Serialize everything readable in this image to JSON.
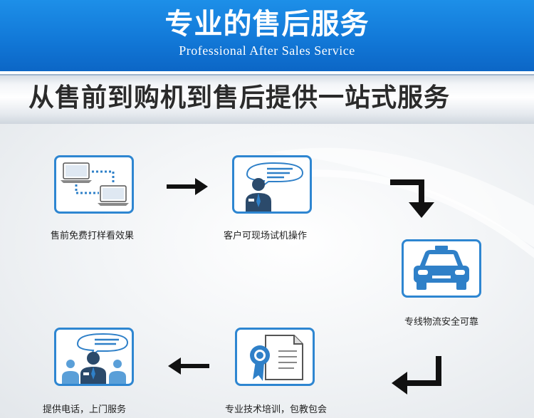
{
  "header": {
    "title": "专业的售后服务",
    "subtitle": "Professional After Sales Service"
  },
  "banner": {
    "text": "从售前到购机到售后提供一站式服务"
  },
  "steps": [
    {
      "label": "售前免费打样看效果",
      "icon": "laptops-connected-icon"
    },
    {
      "label": "客户可现场试机操作",
      "icon": "presenter-speech-icon"
    },
    {
      "label": "专线物流安全可靠",
      "icon": "car-icon"
    },
    {
      "label": "专业技术培训，包教包会",
      "icon": "certificate-icon"
    },
    {
      "label": "提供电话，上门服务",
      "icon": "support-team-icon"
    }
  ],
  "colors": {
    "header_blue": "#1279d8",
    "card_border": "#2e86d1",
    "icon_blue": "#2f80c8",
    "icon_dark": "#2b4a6b"
  }
}
